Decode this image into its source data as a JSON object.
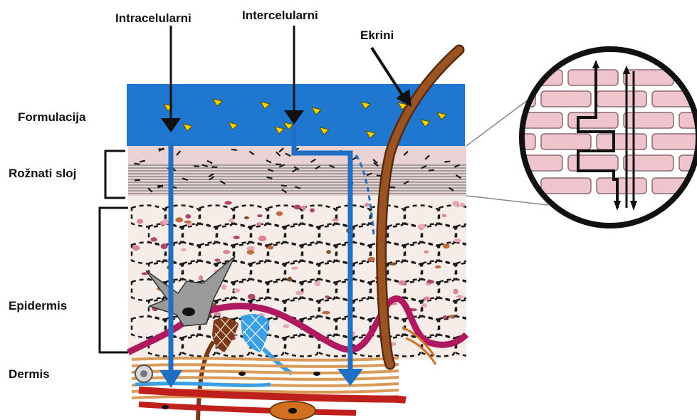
{
  "labels": {
    "intracellular": "Intracelularni",
    "intercellular": "Intercelularni",
    "eccrine": "Ekrini",
    "formulation": "Formulacija",
    "stratum_corneum": "Rožnati sloj",
    "epidermis": "Epidermis",
    "dermis": "Dermis"
  },
  "colors": {
    "formulation_layer": "#1f77d0",
    "route_arrow": "#1f6fc4",
    "hair": "#8b4a1e",
    "corneocyte": "#f0c4cc",
    "basement_membrane": "#b01860",
    "dermis_fibers": "#d99a5a",
    "capillary": "#c0201c",
    "drug_particle": "#f5d400"
  },
  "icons": [
    "zoom-magnifier-circle",
    "brick-and-mortar-icon",
    "hair-follicle-icon",
    "drug-particle-icon"
  ]
}
